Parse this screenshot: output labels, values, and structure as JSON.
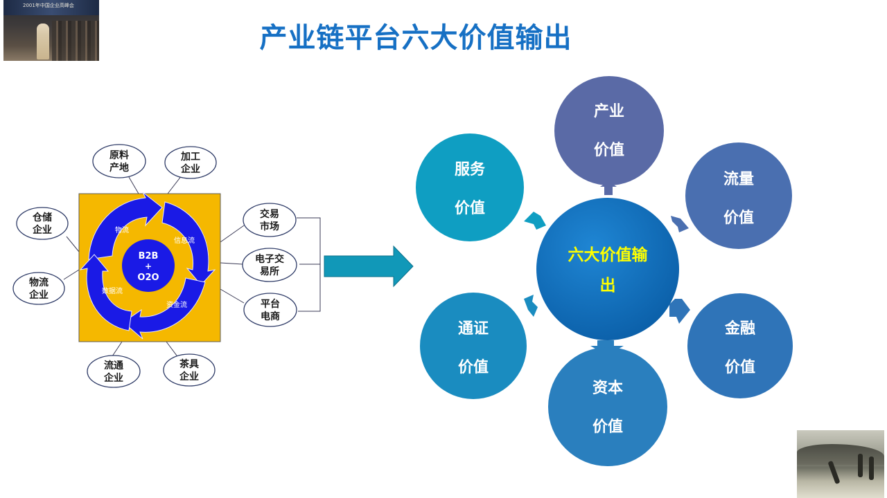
{
  "title": "产业链平台六大价值输出",
  "left_diagram": {
    "hub_line1": "B2B",
    "hub_line2": "+",
    "hub_line3": "O2O",
    "flows": [
      "物流",
      "信息流",
      "资金流",
      "数据流"
    ],
    "bubbles": [
      {
        "line1": "原料",
        "line2": "产地"
      },
      {
        "line1": "加工",
        "line2": "企业"
      },
      {
        "line1": "仓储",
        "line2": "企业"
      },
      {
        "line1": "物流",
        "line2": "企业"
      },
      {
        "line1": "交易",
        "line2": "市场"
      },
      {
        "line1": "电子交",
        "line2": "易所"
      },
      {
        "line1": "平台",
        "line2": "电商"
      },
      {
        "line1": "流通",
        "line2": "企业"
      },
      {
        "line1": "茶具",
        "line2": "企业"
      }
    ],
    "colors": {
      "background": "#f5b800",
      "arrows": "#1a1ae6",
      "hub": "#1a1ae6"
    }
  },
  "center": {
    "line1": "六大价值输",
    "line2": "出",
    "color": "#0f6fbf",
    "text_color": "#ffff00"
  },
  "values": [
    {
      "line1": "产业",
      "line2": "价值",
      "color": "#5a6aa6"
    },
    {
      "line1": "流量",
      "line2": "价值",
      "color": "#4a6fb0"
    },
    {
      "line1": "金融",
      "line2": "价值",
      "color": "#2f74b8"
    },
    {
      "line1": "资本",
      "line2": "价值",
      "color": "#2a7fbe"
    },
    {
      "line1": "通证",
      "line2": "价值",
      "color": "#1a8cc0"
    },
    {
      "line1": "服务",
      "line2": "价值",
      "color": "#0f9ec2"
    }
  ],
  "photo_top_left": {
    "banner_text": "2001年中国企业高峰会"
  }
}
